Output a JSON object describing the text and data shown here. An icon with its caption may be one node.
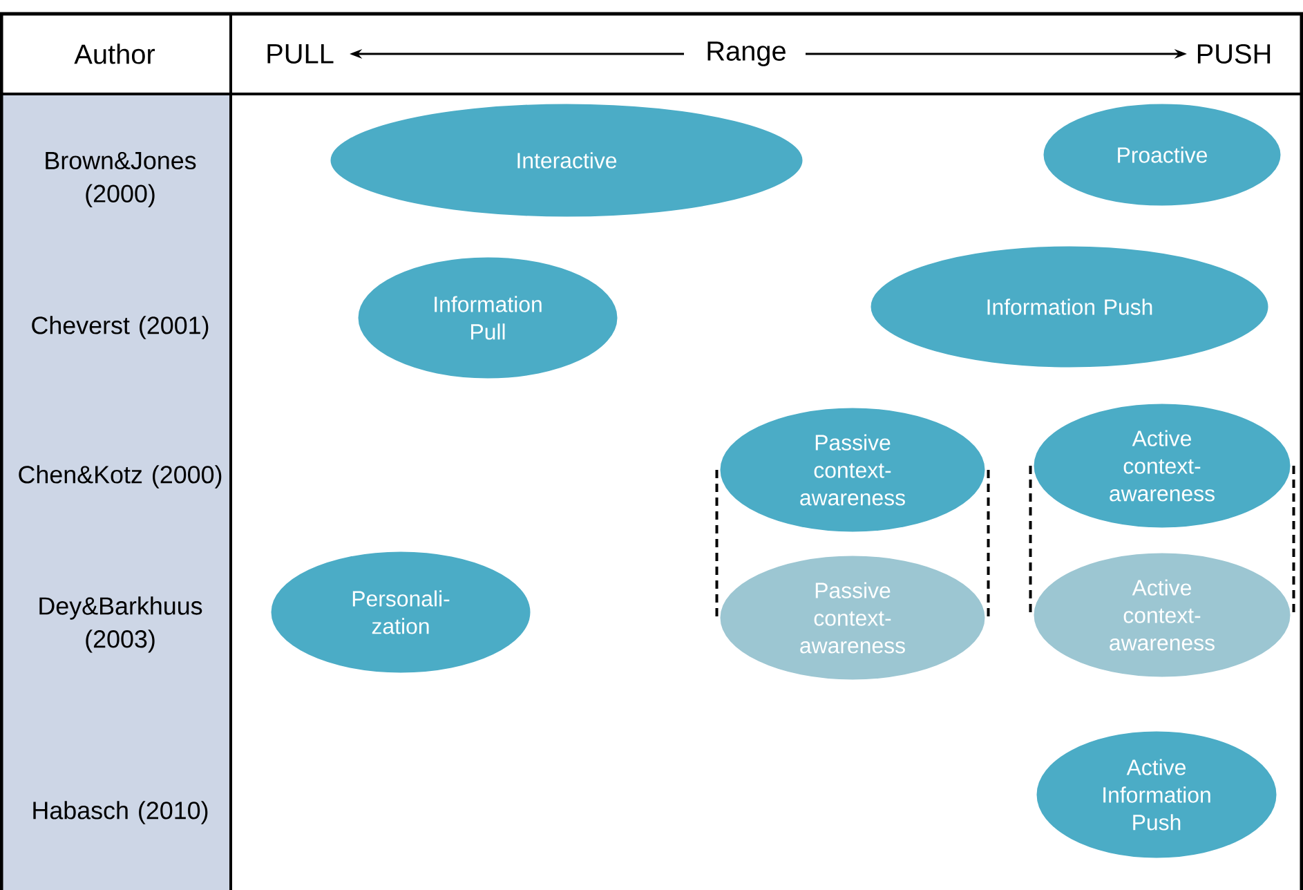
{
  "diagram": {
    "nodes": [
      {
        "text": [
          "Interactive"
        ]
      },
      {
        "text": [
          "Proactive"
        ]
      },
      {
        "text": [
          "Information Pull"
        ]
      },
      {
        "text": [
          "Information Push"
        ]
      },
      {
        "text": [
          "Passive context- awareness"
        ]
      },
      {
        "text": [
          "Active context- awareness"
        ]
      },
      {
        "text": [
          "Personali- zation"
        ]
      },
      {
        "text": [
          "Passive context- awareness"
        ]
      },
      {
        "text": [
          "Active context- awareness"
        ]
      },
      {
        "text": [
          "Active Information Push"
        ]
      }
    ],
    "edges": [
      {
        "from": 4,
        "to": 7,
        "arrow": "none",
        "style": "dashed"
      },
      {
        "from": 5,
        "to": 8,
        "arrow": "none",
        "style": "dashed"
      }
    ],
    "labels": [
      "Author",
      "PULL",
      "Range",
      "PUSH",
      "Brown&Jones (2000)",
      "Cheverst (2001)",
      "Chen&Kotz (2000)",
      "Dey&Barkhuus (2003)",
      "Habasch (2010)"
    ]
  }
}
